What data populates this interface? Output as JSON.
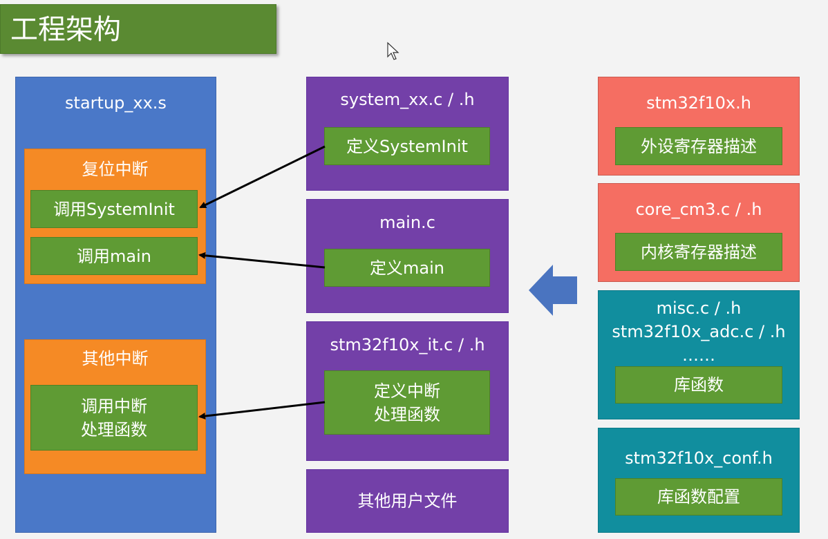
{
  "title": "工程架构",
  "startup": {
    "title": "startup_xx.s",
    "reset": {
      "title": "复位中断",
      "call_systeminit": "调用SystemInit",
      "call_main": "调用main"
    },
    "other": {
      "title": "其他中断",
      "call_handler": "调用中断\n处理函数"
    }
  },
  "middle": {
    "system": {
      "title": "system_xx.c / .h",
      "item": "定义SystemInit"
    },
    "main": {
      "title": "main.c",
      "item": "定义main"
    },
    "it": {
      "title": "stm32f10x_it.c / .h",
      "item": "定义中断\n处理函数"
    },
    "other": {
      "title": "其他用户文件"
    }
  },
  "right": {
    "stm32": {
      "title": "stm32f10x.h",
      "item": "外设寄存器描述"
    },
    "core": {
      "title": "core_cm3.c / .h",
      "item": "内核寄存器描述"
    },
    "lib": {
      "title": "misc.c / .h\nstm32f10x_adc.c / .h\n……",
      "item": "库函数"
    },
    "conf": {
      "title": "stm32f10x_conf.h",
      "item": "库函数配置"
    }
  },
  "colors": {
    "blue": "#4a78c8",
    "purple": "#7340a8",
    "red": "#f56e62",
    "teal": "#118e9e",
    "orange": "#f58a25",
    "green": "#5f9b34",
    "arrow": "#4a74c0"
  }
}
